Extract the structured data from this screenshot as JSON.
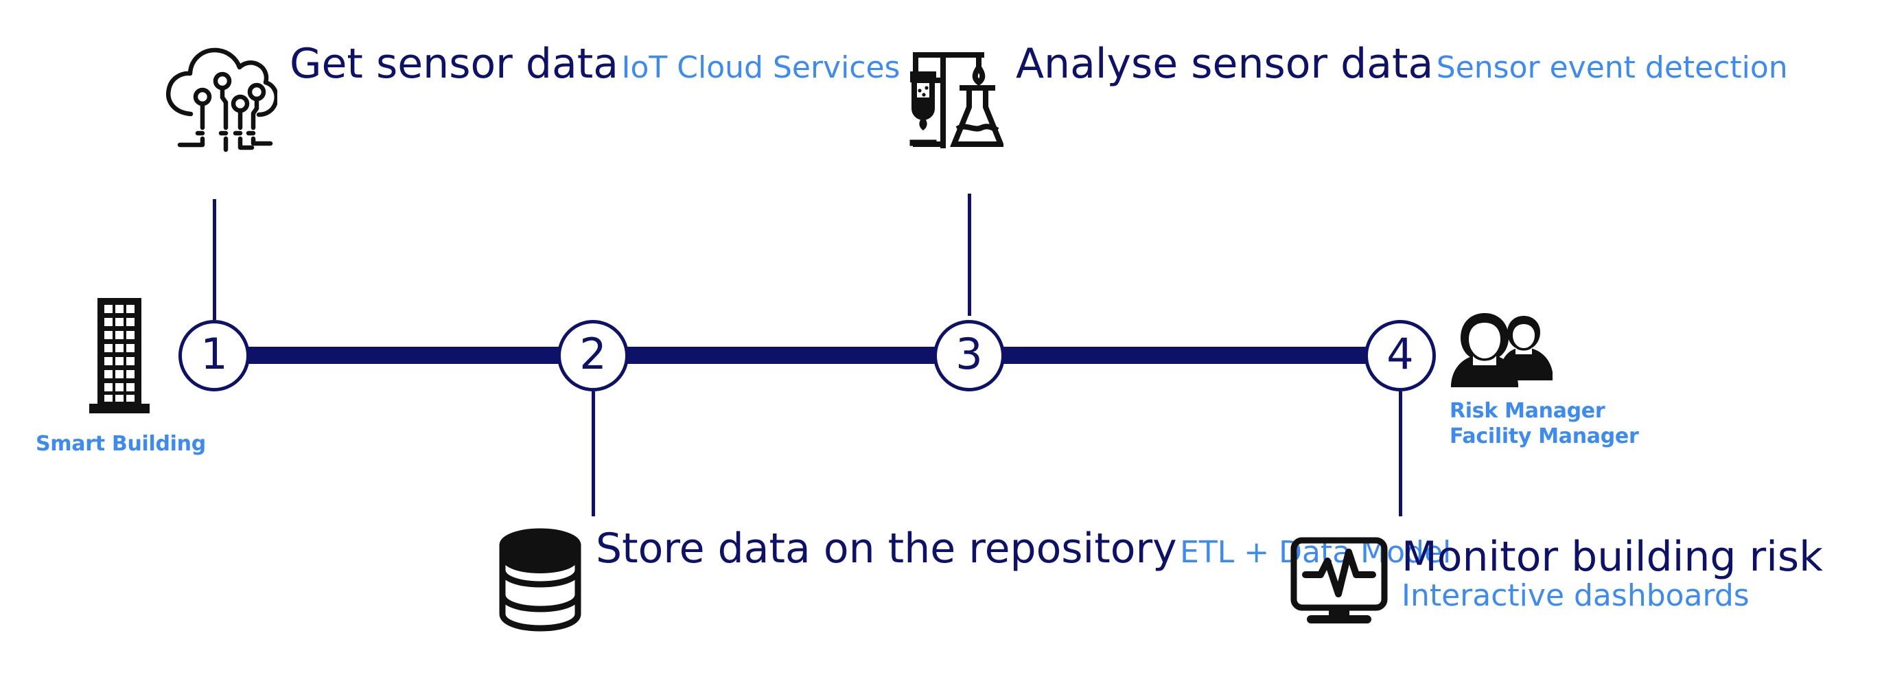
{
  "diagram": {
    "type": "numbered-process-timeline",
    "accent_color": "#0d1268",
    "subtitle_color": "#3d8bf2",
    "icon_color": "#111111",
    "background_color": "#ffffff"
  },
  "steps": [
    {
      "number": "1",
      "title": "Get sensor data",
      "subtitle": "IoT Cloud Services",
      "icon": "iot-cloud-icon",
      "position": "above"
    },
    {
      "number": "2",
      "title": "Store data on the repository",
      "subtitle": "ETL + Data Model",
      "icon": "database-icon",
      "position": "below"
    },
    {
      "number": "3",
      "title": "Analyse sensor data",
      "subtitle": "Sensor event detection",
      "icon": "lab-flask-icon",
      "position": "above"
    },
    {
      "number": "4",
      "title": "Monitor building risk",
      "subtitle": "Interactive dashboards",
      "icon": "monitor-pulse-icon",
      "position": "below"
    }
  ],
  "actors": {
    "left": {
      "icon": "building-icon",
      "labels": [
        "Smart Building"
      ]
    },
    "right": {
      "icon": "people-icon",
      "labels": [
        "Risk Manager",
        "Facility Manager"
      ]
    }
  }
}
